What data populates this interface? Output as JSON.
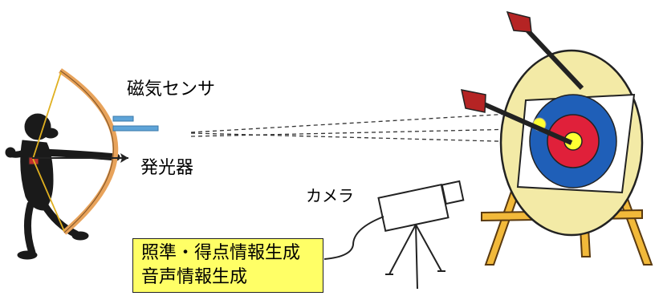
{
  "labels": {
    "magnetic_sensor": "磁気センサ",
    "light_emitter": "発光器",
    "camera": "カメラ"
  },
  "info_box": {
    "line1": "照準・得点情報生成",
    "line2": "音声情報生成"
  },
  "colors": {
    "info_box_fill": "#ffff66",
    "target_board": "#f3eaa6",
    "target_outer_ring": "#1f5fb8",
    "target_middle_ring": "#e0203a",
    "target_center": "#ffff33",
    "bow": "#e8a35b",
    "arrow_fletch": "#b52424",
    "sensor_bar": "#5ea4d8",
    "aim_point": "#ffff33"
  }
}
